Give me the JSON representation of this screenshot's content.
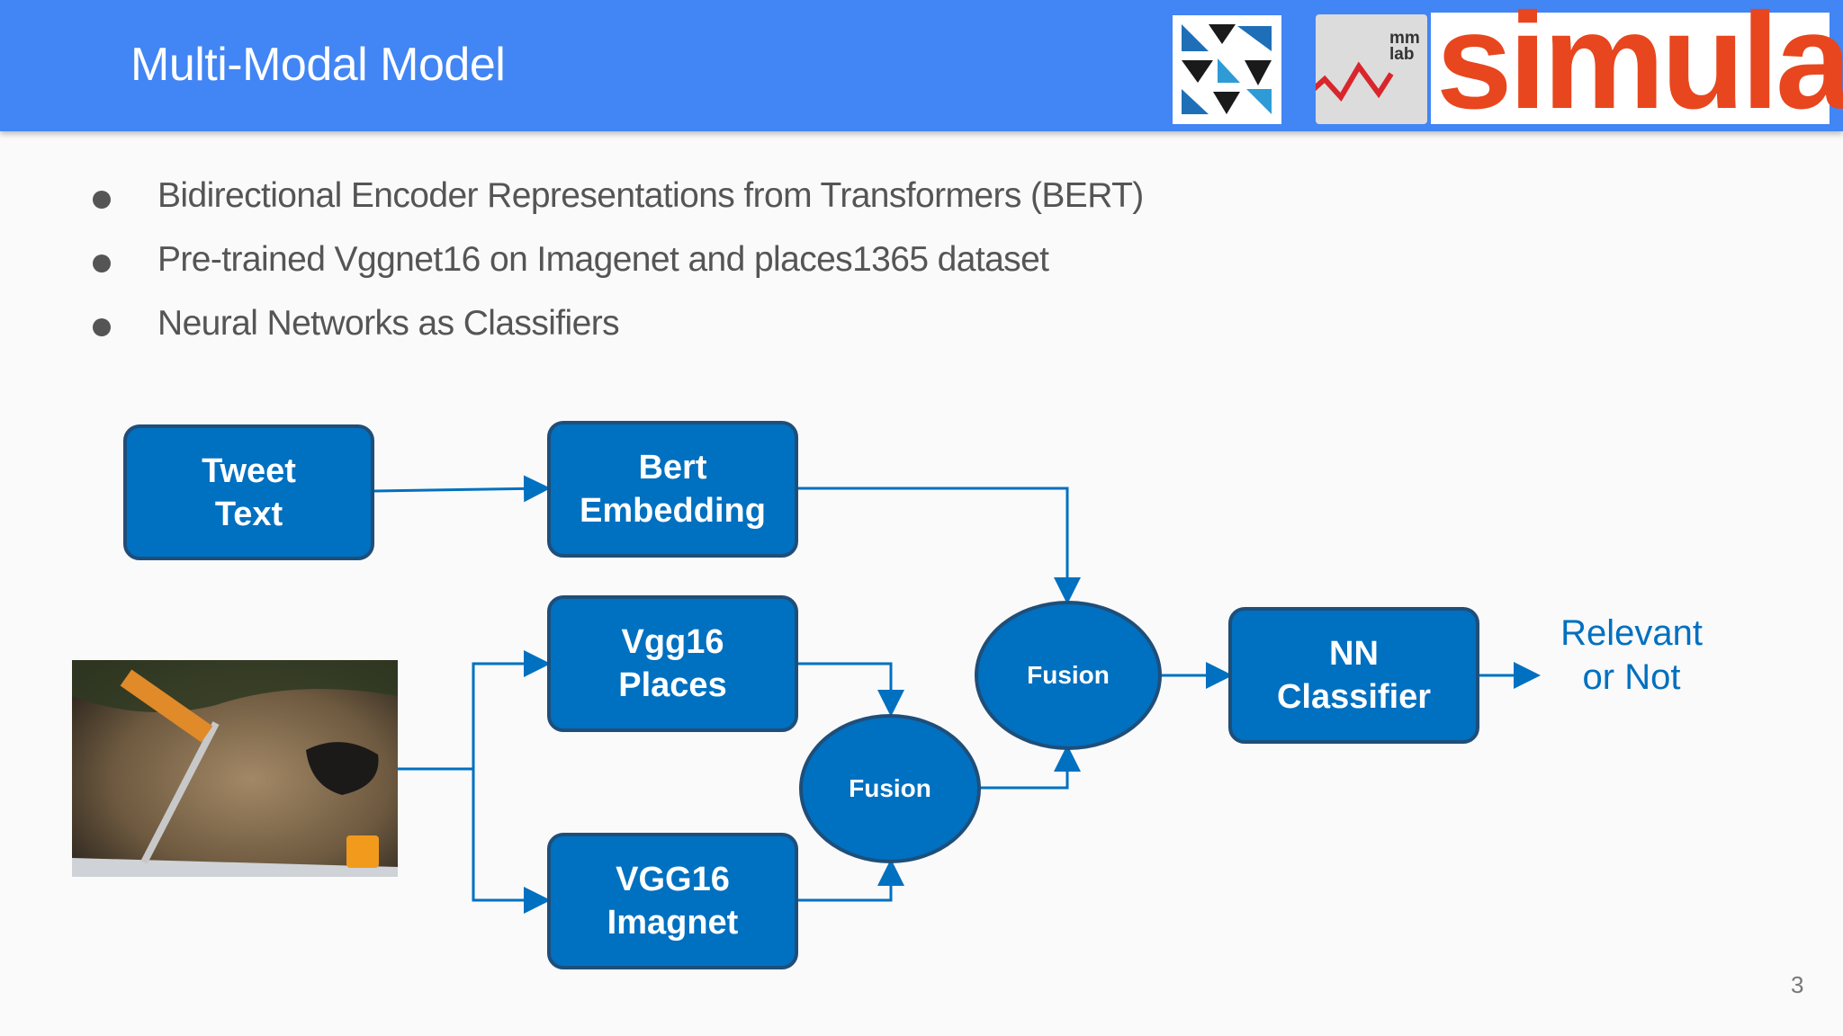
{
  "slide": {
    "title": "Multi-Modal Model",
    "page_number": "3",
    "header_color": "#4285f4"
  },
  "logos": {
    "logo1_icon": "triangles-logo-icon",
    "logo2_text": "mm lab",
    "logo3_text": "simula"
  },
  "bullets": [
    "Bidirectional Encoder Representations from Transformers (BERT)",
    "Pre-trained Vggnet16 on Imagenet and places1365 dataset",
    "Neural Networks as Classifiers"
  ],
  "diagram": {
    "node_color": "#0070c0",
    "nodes": {
      "tweet_text": [
        "Tweet",
        "Text"
      ],
      "bert_embedding": [
        "Bert",
        "Embedding"
      ],
      "vgg16_places": [
        "Vgg16",
        "Places"
      ],
      "vgg16_imagnet": [
        "VGG16",
        "Imagnet"
      ],
      "fusion_top": "Fusion",
      "fusion_bottom": "Fusion",
      "nn_classifier": [
        "NN",
        "Classifier"
      ],
      "output": [
        "Relevant",
        "or Not"
      ]
    },
    "image_icon": "flood-photo-icon"
  }
}
